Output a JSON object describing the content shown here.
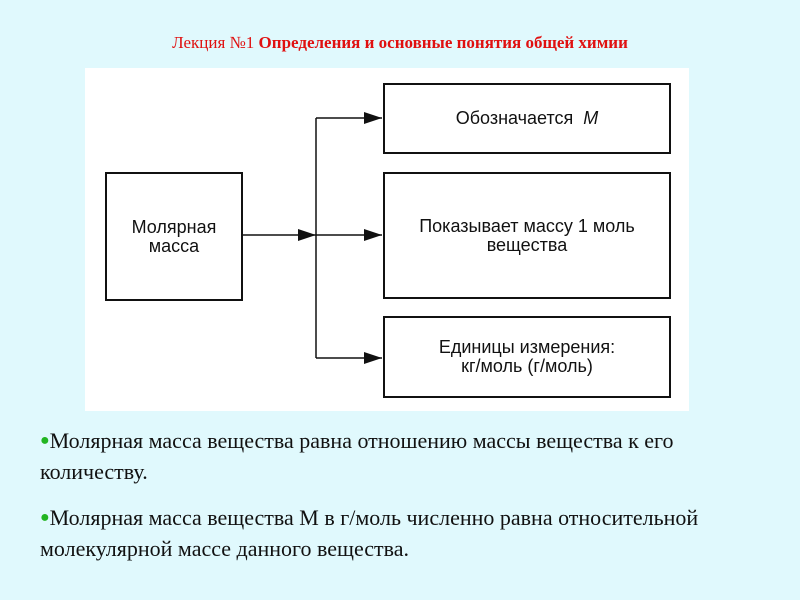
{
  "title": {
    "prefix": "Лекция №1",
    "main": "Определения и основные понятия общей химии"
  },
  "diagram": {
    "source": {
      "line1": "Молярная",
      "line2": "масса"
    },
    "targets": [
      {
        "line1": "Обозначается",
        "symbol": "M"
      },
      {
        "line1": "Показывает массу 1 моль",
        "line2": "вещества"
      },
      {
        "line1": "Единицы измерения:",
        "line2": "кг/моль (г/моль)"
      }
    ]
  },
  "bullets": [
    "Молярная масса вещества равна отношению массы вещества к его количеству.",
    "Молярная масса вещества M в г/моль численно равна относительной молекулярной массе данного вещества."
  ],
  "colors": {
    "background": "#e0f9fd",
    "title": "#e01010",
    "bullet": "#22b522"
  }
}
